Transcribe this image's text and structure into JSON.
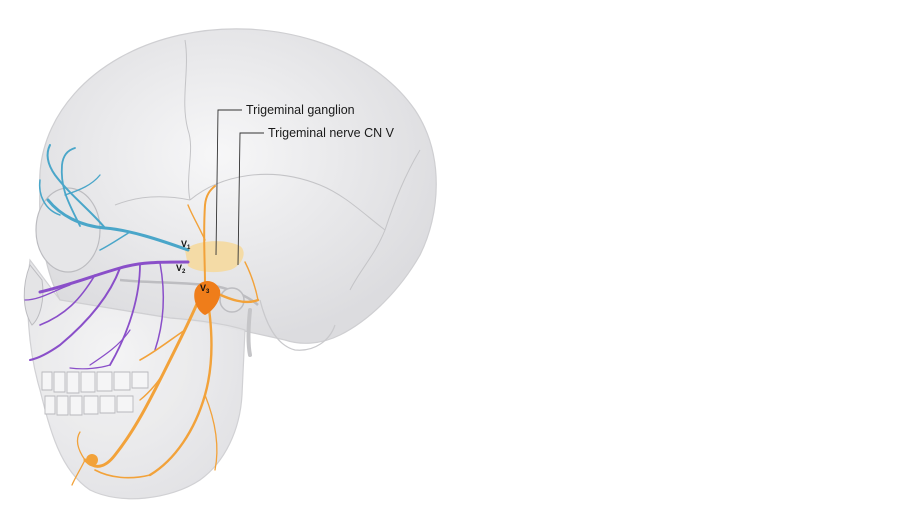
{
  "labels": {
    "ganglion": "Trigeminal ganglion",
    "nerve": "Trigeminal nerve CN V"
  },
  "branch_markers": {
    "v1": {
      "letter": "V",
      "sub": "1"
    },
    "v2": {
      "letter": "V",
      "sub": "2"
    },
    "v3": {
      "letter": "V",
      "sub": "3"
    }
  },
  "colors": {
    "skull": "#ededee",
    "skull_outline": "#c9c9cc",
    "v1_ophthalmic": "#4aa6c9",
    "v2_maxillary": "#8a4fc9",
    "v3_mandibular": "#f2a23a",
    "ganglion": "#f6d89a",
    "leader_line": "#333333"
  }
}
